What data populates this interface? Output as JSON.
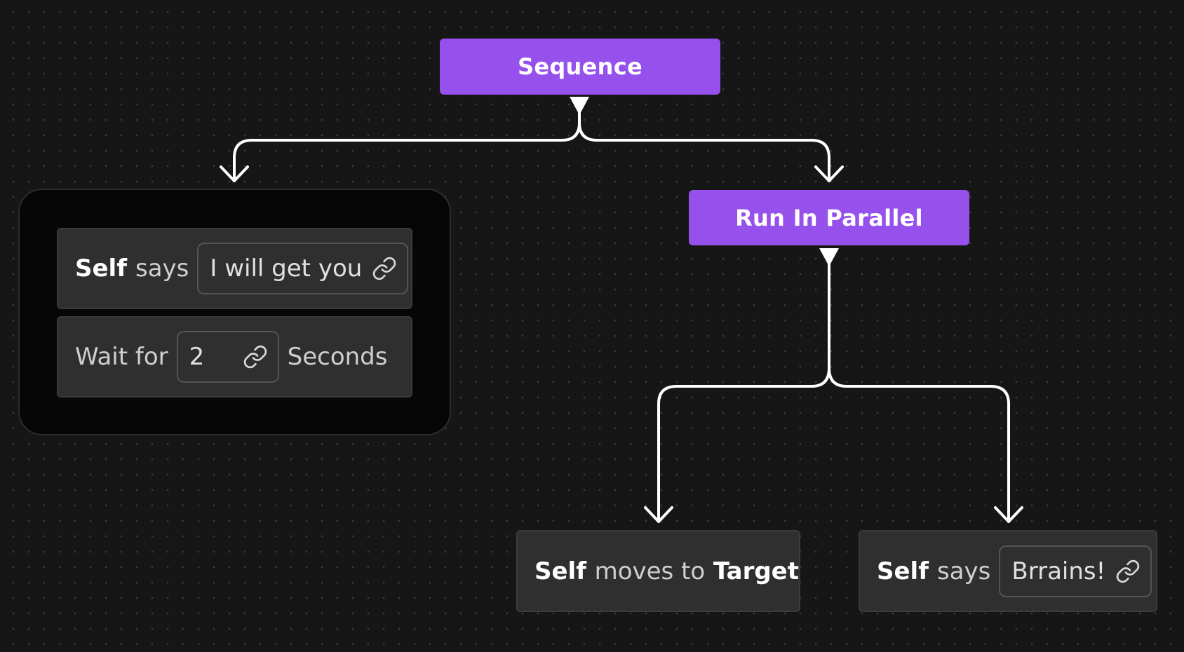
{
  "nodes": {
    "sequence": {
      "label": "Sequence"
    },
    "parallel": {
      "label": "Run In Parallel"
    }
  },
  "group_blocks": {
    "say_block": {
      "subject": "Self",
      "verb": "says",
      "value": "I will get you"
    },
    "wait_block": {
      "prefix": "Wait for",
      "value": "2",
      "unit": "Seconds"
    }
  },
  "parallel_blocks": {
    "move_block": {
      "subject": "Self",
      "verb": "moves to",
      "target": "Target"
    },
    "say_block": {
      "subject": "Self",
      "verb": "says",
      "value": "Brrains!"
    }
  },
  "icons": {
    "field_icon": "link-icon",
    "connector_end": "arrow-down-icon",
    "node_output": "triangle-down-icon"
  },
  "colors": {
    "node": "#9650ec",
    "connector": "#ffffff",
    "background": "#161616"
  }
}
